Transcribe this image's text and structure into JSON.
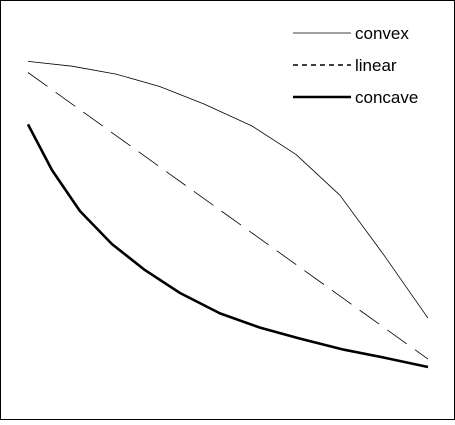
{
  "chart_data": {
    "type": "line",
    "title": "",
    "xlabel": "",
    "ylabel": "",
    "axes_visible": false,
    "grid": false,
    "frame": true,
    "legend_position": "top-right",
    "series": [
      {
        "name": "convex",
        "style": "thin-solid",
        "color": "#000000",
        "x": [
          0,
          0.11,
          0.22,
          0.33,
          0.44,
          0.56,
          0.67,
          0.78,
          0.89,
          1
        ],
        "y": [
          0.97,
          0.955,
          0.93,
          0.89,
          0.835,
          0.765,
          0.675,
          0.545,
          0.355,
          0.155
        ]
      },
      {
        "name": "linear",
        "style": "dashed",
        "color": "#000000",
        "x": [
          0,
          1
        ],
        "y": [
          0.935,
          0.025
        ]
      },
      {
        "name": "concave",
        "style": "thick-solid",
        "color": "#000000",
        "x": [
          0,
          0.06,
          0.13,
          0.21,
          0.29,
          0.38,
          0.48,
          0.58,
          0.68,
          0.79,
          0.89,
          1
        ],
        "y": [
          0.77,
          0.625,
          0.495,
          0.39,
          0.31,
          0.235,
          0.17,
          0.125,
          0.09,
          0.055,
          0.03,
          0
        ]
      }
    ]
  }
}
